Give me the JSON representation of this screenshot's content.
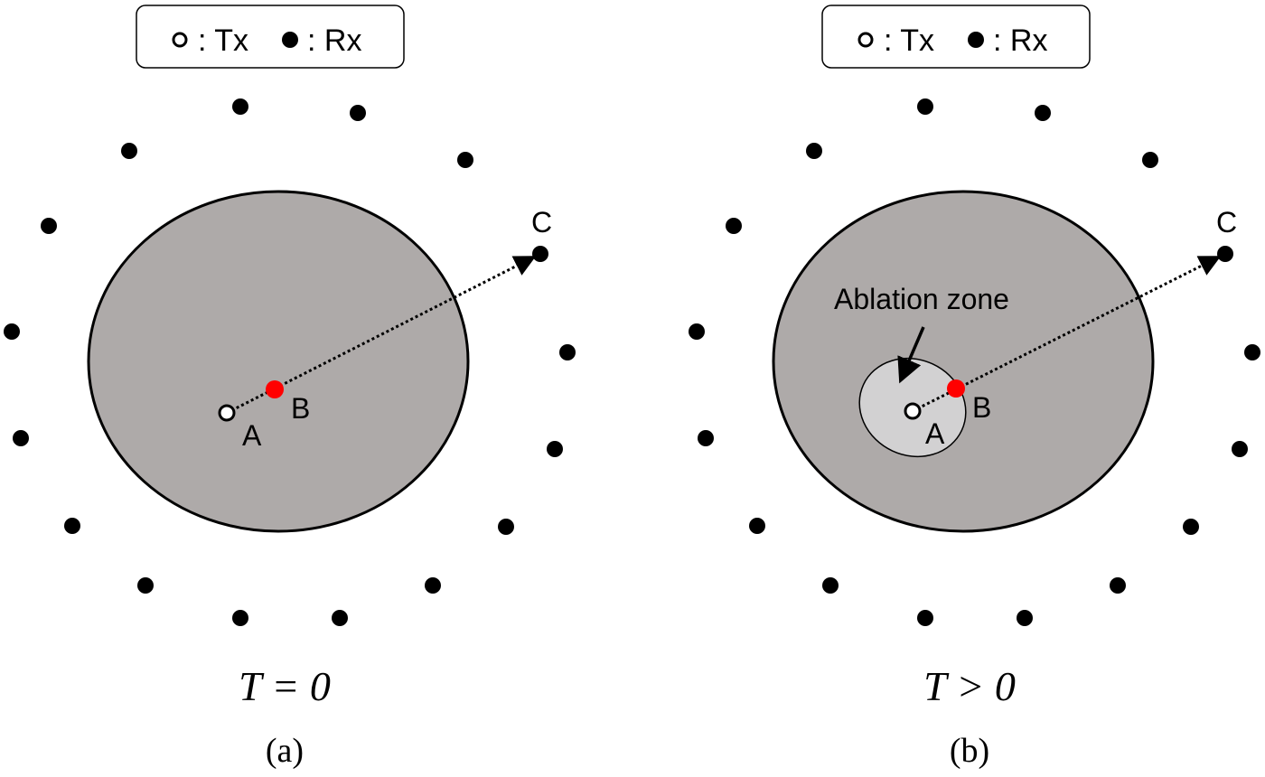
{
  "legend": {
    "tx_symbol": "o",
    "tx_label": ": Tx",
    "rx_label": ": Rx"
  },
  "panels": [
    {
      "id": "a",
      "points": {
        "a": "A",
        "b": "B",
        "c": "C"
      },
      "condition": "T = 0",
      "caption": "(a)"
    },
    {
      "id": "b",
      "points": {
        "a": "A",
        "b": "B",
        "c": "C"
      },
      "condition": "T > 0",
      "caption": "(b)",
      "zone_label": "Ablation zone"
    }
  ],
  "colors": {
    "tissue": "#aeaaa9",
    "ablation": "#d2d1d2",
    "marker": "#ff0000",
    "ink": "#000000"
  }
}
